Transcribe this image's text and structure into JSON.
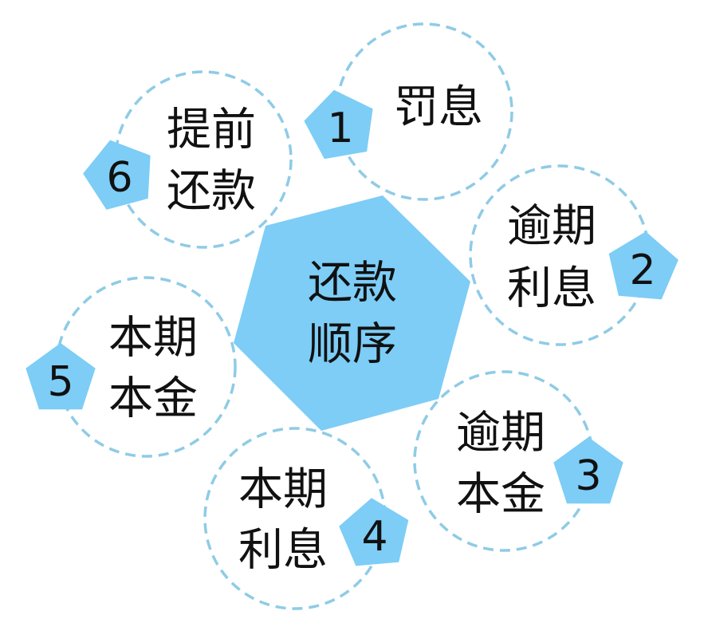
{
  "colors": {
    "accent": "#7dcdf6",
    "ring": "#8fcbe6"
  },
  "center": {
    "line1": "还款",
    "line2": "顺序"
  },
  "items": [
    {
      "number": "1",
      "line1": "罚息",
      "line2": ""
    },
    {
      "number": "2",
      "line1": "逾期",
      "line2": "利息"
    },
    {
      "number": "3",
      "line1": "逾期",
      "line2": "本金"
    },
    {
      "number": "4",
      "line1": "本期",
      "line2": "利息"
    },
    {
      "number": "5",
      "line1": "本期",
      "line2": "本金"
    },
    {
      "number": "6",
      "line1": "提前",
      "line2": "还款"
    }
  ]
}
